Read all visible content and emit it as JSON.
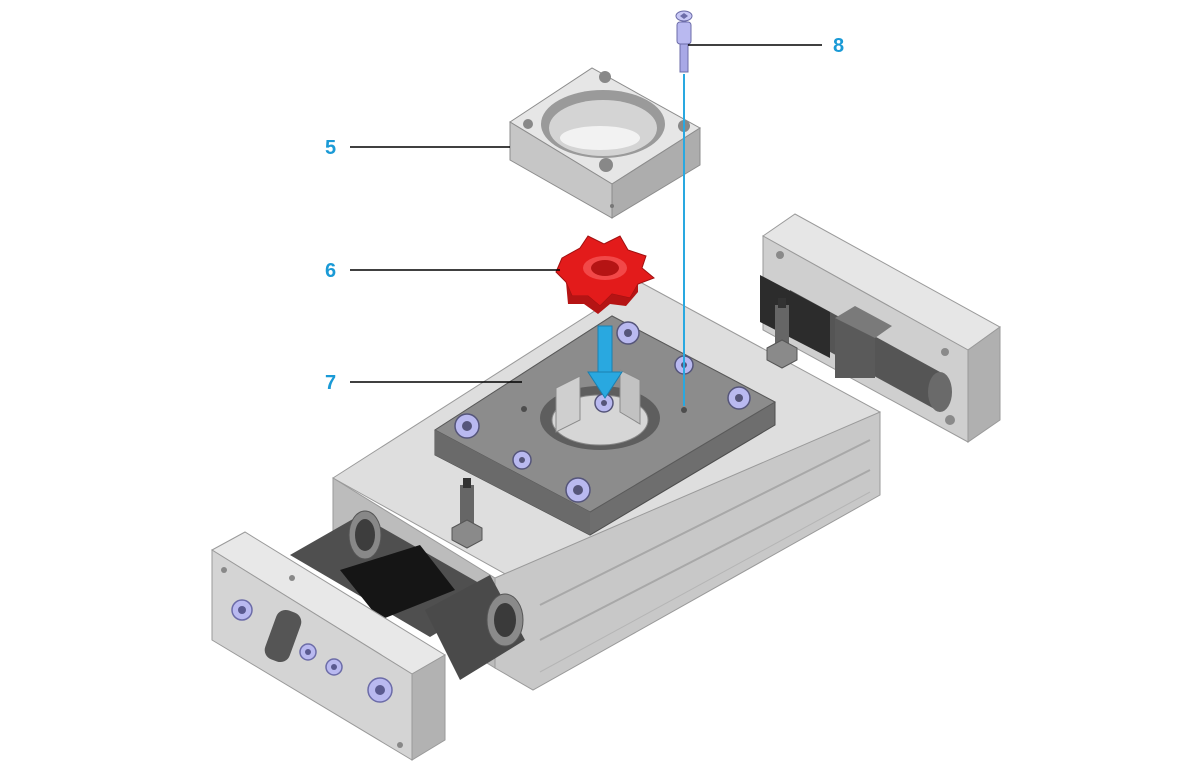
{
  "callouts": [
    {
      "label": "5",
      "part": "adapter-block"
    },
    {
      "label": "6",
      "part": "coupling-spider"
    },
    {
      "label": "7",
      "part": "mounting-plate"
    },
    {
      "label": "8",
      "part": "socket-head-screw"
    }
  ],
  "colors": {
    "callout_text": "#1a9ad6",
    "leader_line": "#000000",
    "assembly_guide": "#29a8e0",
    "insert_arrow": "#29a8e0",
    "spider_red": "#e31b1b",
    "aluminum_light": "#d9d9d9",
    "aluminum_mid": "#bdbdbd",
    "aluminum_dark": "#8f8f8f",
    "plate_gray": "#7a7a7a",
    "plate_top": "#8c8c8c",
    "rod_dark": "#4a4a4a",
    "screw_head": "#b9b9f0",
    "background": "#ffffff"
  },
  "icons": {
    "insert_arrow": "arrow-down-icon"
  }
}
